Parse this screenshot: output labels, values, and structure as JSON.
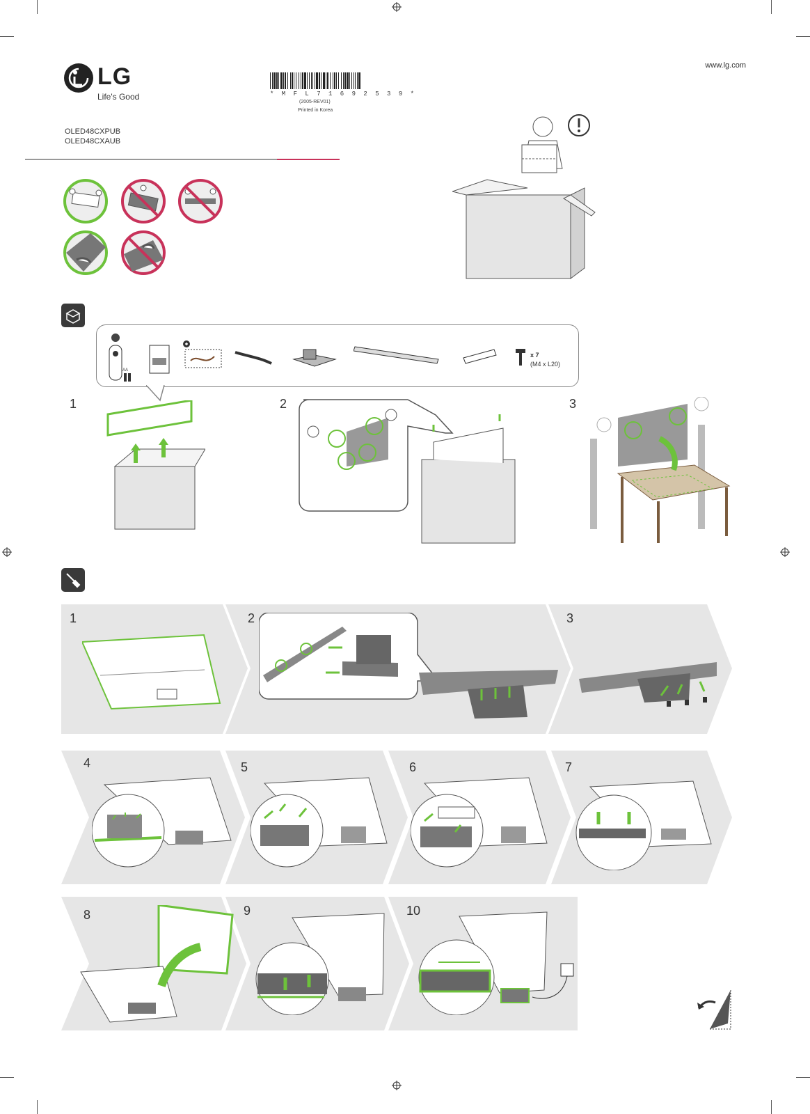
{
  "brand": {
    "name": "LG",
    "tagline": "Life's Good"
  },
  "website": "www.lg.com",
  "barcode": {
    "code": "* M F L 7 1 6 9 2 5 3 9 *",
    "revision": "(2005-REV01)",
    "printed": "Printed in Korea"
  },
  "models": [
    "OLED48CXPUB",
    "OLED48CXAUB"
  ],
  "accessories": {
    "screw_count": "x 7",
    "screw_spec": "(M4 x L20)",
    "battery_label": "AA"
  },
  "unpacking_steps": [
    "1",
    "2",
    "3"
  ],
  "assembly_steps": [
    "1",
    "2",
    "3",
    "4",
    "5",
    "6",
    "7",
    "8",
    "9",
    "10"
  ],
  "colors": {
    "accent_green": "#6dc23b",
    "prohibit_red": "#c8325a",
    "lg_red": "#c8102e",
    "panel_gray": "#e6e6e6"
  }
}
